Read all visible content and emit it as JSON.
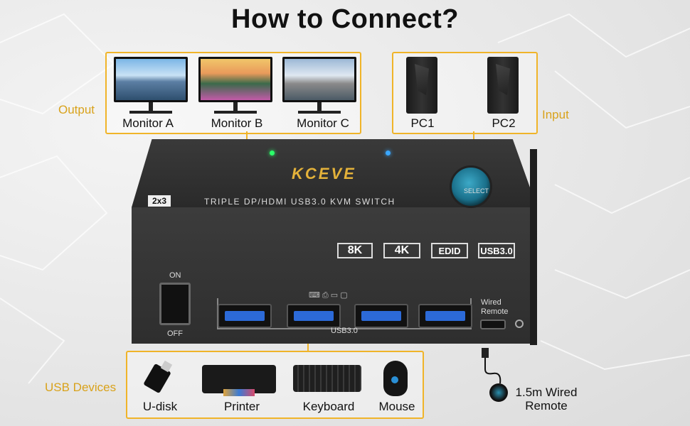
{
  "title": "How to Connect?",
  "output_section": {
    "label": "Output",
    "monitors": [
      "Monitor A",
      "Monitor B",
      "Monitor C"
    ]
  },
  "input_section": {
    "label": "Input",
    "pcs": [
      "PC1",
      "PC2"
    ]
  },
  "device": {
    "brand": "KCEVE",
    "model_tag": "2x3",
    "description": "TRIPLE DP/HDMI USB3.0 KVM SWITCH",
    "select_label": "SELECT",
    "badges": [
      "8K",
      "4K",
      "EDID",
      "USB3.0"
    ],
    "power_on": "ON",
    "power_off": "OFF",
    "usb_label": "USB3.0",
    "wired_remote_label": "Wired Remote"
  },
  "usb_section": {
    "label": "USB Devices",
    "devices": [
      "U-disk",
      "Printer",
      "Keyboard",
      "Mouse"
    ]
  },
  "remote": {
    "label_line1": "1.5m Wired",
    "label_line2": "Remote"
  },
  "colors": {
    "accent": "#f0b429",
    "usb_blue": "#2c6ad8",
    "select_button": "#2a8fae"
  }
}
